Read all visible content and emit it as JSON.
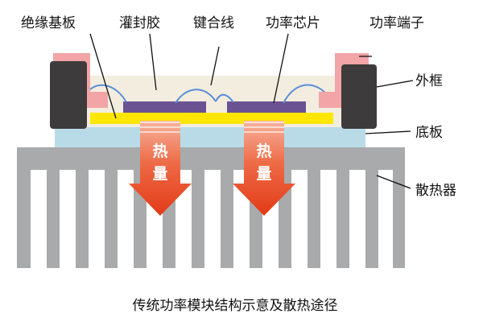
{
  "labels": {
    "insulating_substrate": "绝缘基板",
    "potting_gel": "灌封胶",
    "bond_wire": "键合线",
    "power_chip": "功率芯片",
    "power_terminal": "功率端子",
    "housing": "外框",
    "baseplate": "底板",
    "heatsink": "散热器"
  },
  "heat_arrows": [
    {
      "line1": "热",
      "line2": "量"
    },
    {
      "line1": "热",
      "line2": "量"
    }
  ],
  "caption": "传统功率模块结构示意及散热途径",
  "colors": {
    "heatsink": "#a9aaab",
    "baseplate": "#b9dbe7",
    "substrate": "#ffe600",
    "gel": "#f3ede0",
    "chip": "#6b5293",
    "housing": "#3d3b3b",
    "terminal": "#f2a4a7",
    "wire": "#5a8fd6",
    "arrow": "#e63b1c"
  }
}
